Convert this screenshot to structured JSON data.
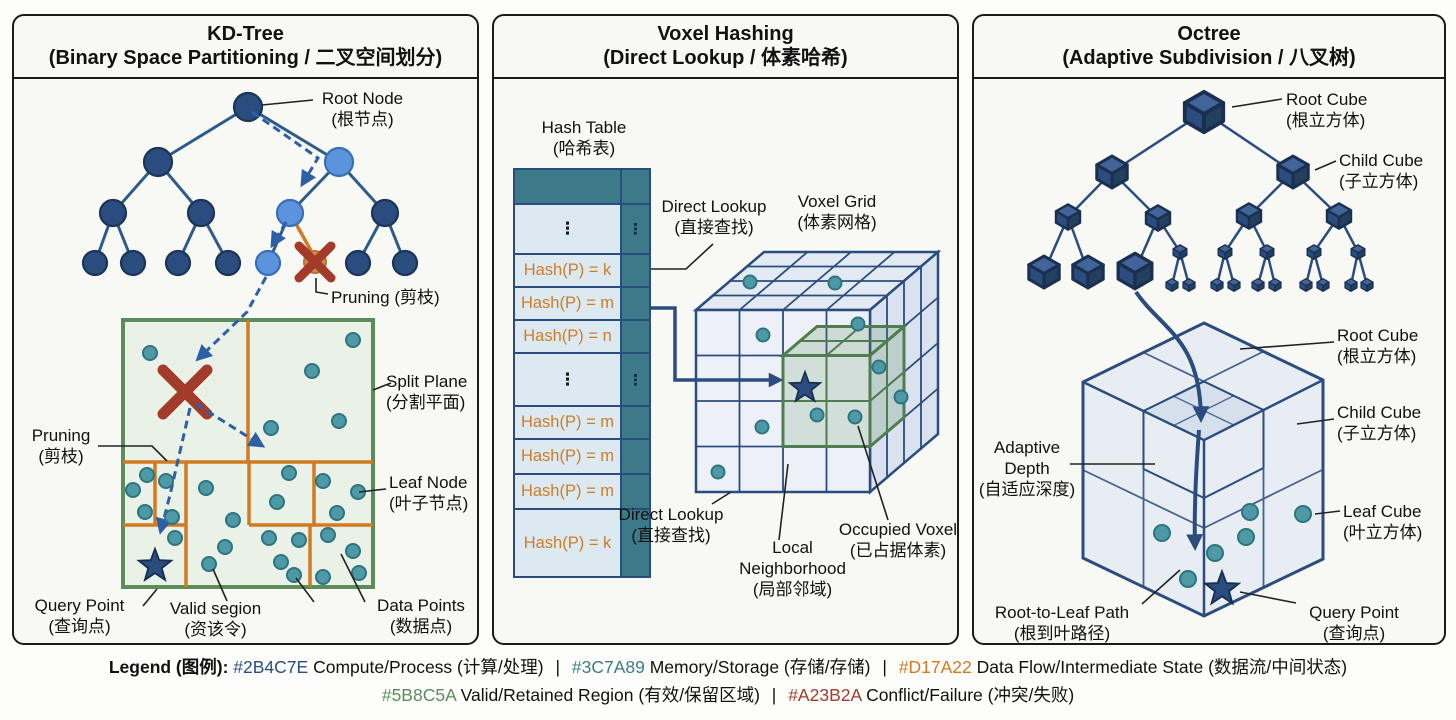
{
  "panels": {
    "kdtree": {
      "title": "KD-Tree",
      "subtitle": "(Binary Space Partitioning / 二叉空间划分)",
      "labels": {
        "root_node": "Root Node",
        "root_node_zh": "(根节点)",
        "pruning_node": "Pruning (剪枝)",
        "split_plane": "Split Plane",
        "split_plane_zh": "(分割平面)",
        "pruning_region": "Pruning",
        "pruning_region_zh": "(剪枝)",
        "leaf_node": "Leaf Node",
        "leaf_node_zh": "(叶子节点)",
        "query_point": "Query Point",
        "query_point_zh": "(查询点)",
        "valid_region": "Valid segion",
        "valid_region_zh": "(资该令)",
        "data_points": "Data Points",
        "data_points_zh": "(数据点)"
      }
    },
    "voxel": {
      "title": "Voxel Hashing",
      "subtitle": "(Direct Lookup / 体素哈希)",
      "labels": {
        "hash_table": "Hash Table",
        "hash_table_zh": "(哈希表)",
        "direct_lookup_top": "Direct Lookup",
        "direct_lookup_top_zh": "(直接查找)",
        "voxel_grid": "Voxel Grid",
        "voxel_grid_zh": "(体素网格)",
        "direct_lookup_bottom": "Direct Lookup",
        "direct_lookup_bottom_zh": "(直接查找)",
        "local_1": "Local",
        "local_2": "Neighborhood",
        "local_zh": "(局部邻域)",
        "occupied_voxel": "Occupied Voxel",
        "occupied_voxel_zh": "(已占据体素)"
      },
      "hash_rows": [
        "⋮",
        "Hash(P) = k",
        "Hash(P) = m",
        "Hash(P) = n",
        "⋮",
        "Hash(P) = m",
        "Hash(P) = m",
        "Hash(P) = m",
        "Hash(P) = k"
      ]
    },
    "octree": {
      "title": "Octree",
      "subtitle": "(Adaptive Subdivision / 八叉树)",
      "labels": {
        "root_cube": "Root Cube",
        "root_cube_zh": "(根立方体)",
        "child_cube": "Child Cube",
        "child_cube_zh": "(子立方体)",
        "adaptive_1": "Adaptive",
        "adaptive_2": "Depth",
        "adaptive_zh": "(自适应深度)",
        "leaf_cube": "Leaf Cube",
        "leaf_cube_zh": "(叶立方体)",
        "root_to_leaf": "Root-to-Leaf Path",
        "root_to_leaf_zh": "(根到叶路径)",
        "query_point": "Query Point",
        "query_point_zh": "(查询点)"
      }
    }
  },
  "legend": {
    "prefix": "Legend (图例):",
    "separator": "|",
    "items": [
      {
        "hex": "#2B4C7E",
        "label": "Compute/Process (计算/处理)"
      },
      {
        "hex": "#3C7A89",
        "label": "Memory/Storage (存储/存储)"
      },
      {
        "hex": "#D17A22",
        "label": "Data Flow/Intermediate State (数据流/中间状态)"
      },
      {
        "hex": "#5B8C5A",
        "label": "Valid/Retained Region (有效/保留区域)"
      },
      {
        "hex": "#A23B2A",
        "label": "Conflict/Failure (冲突/失败)"
      }
    ]
  }
}
